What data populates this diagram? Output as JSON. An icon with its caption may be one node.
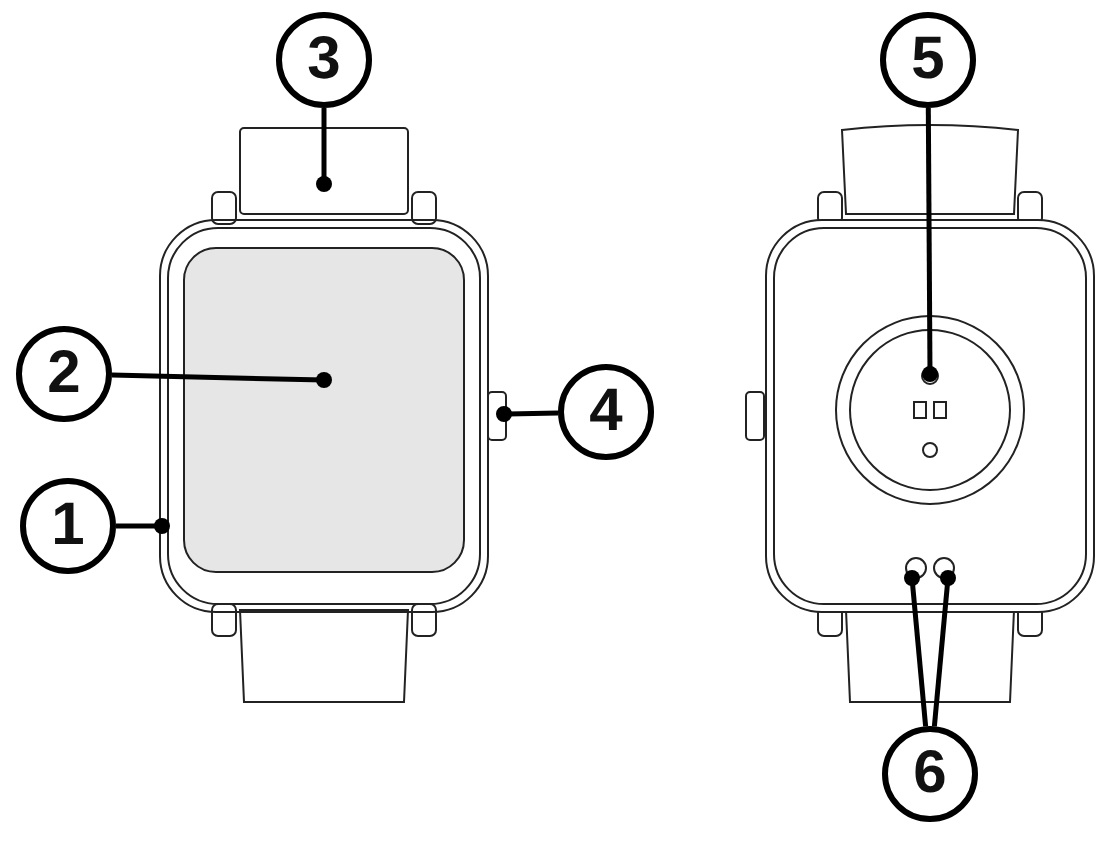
{
  "diagram": {
    "nodes": [
      {
        "text": [
          "3"
        ]
      },
      {
        "text": [
          "5"
        ]
      },
      {
        "text": [],
        "shape": "circle"
      },
      {
        "text": [
          "2"
        ]
      },
      {
        "text": [],
        "shape": "box",
        "in": 11
      },
      {
        "text": [
          "4"
        ]
      },
      {
        "text": [],
        "shape": "box"
      },
      {
        "text": [
          "1"
        ]
      },
      {
        "text": [],
        "shape": "circle"
      },
      {
        "text": [],
        "shape": "circle"
      },
      {
        "text": [
          "6"
        ]
      },
      {
        "text": [],
        "shape": "box"
      },
      {
        "text": [],
        "shape": "box"
      }
    ],
    "edges": [
      {
        "from": 0,
        "to": 12,
        "arrow": "other"
      },
      {
        "from": 1,
        "to": 2,
        "arrow": "other"
      },
      {
        "from": 3,
        "to": 4,
        "arrow": "other"
      },
      {
        "from": 5,
        "to": 6,
        "arrow": "other"
      },
      {
        "from": 7,
        "to": 11,
        "arrow": "other"
      },
      {
        "from": 10,
        "to": 8,
        "arrow": "other"
      },
      {
        "from": 10,
        "to": 9,
        "arrow": "other"
      }
    ]
  }
}
